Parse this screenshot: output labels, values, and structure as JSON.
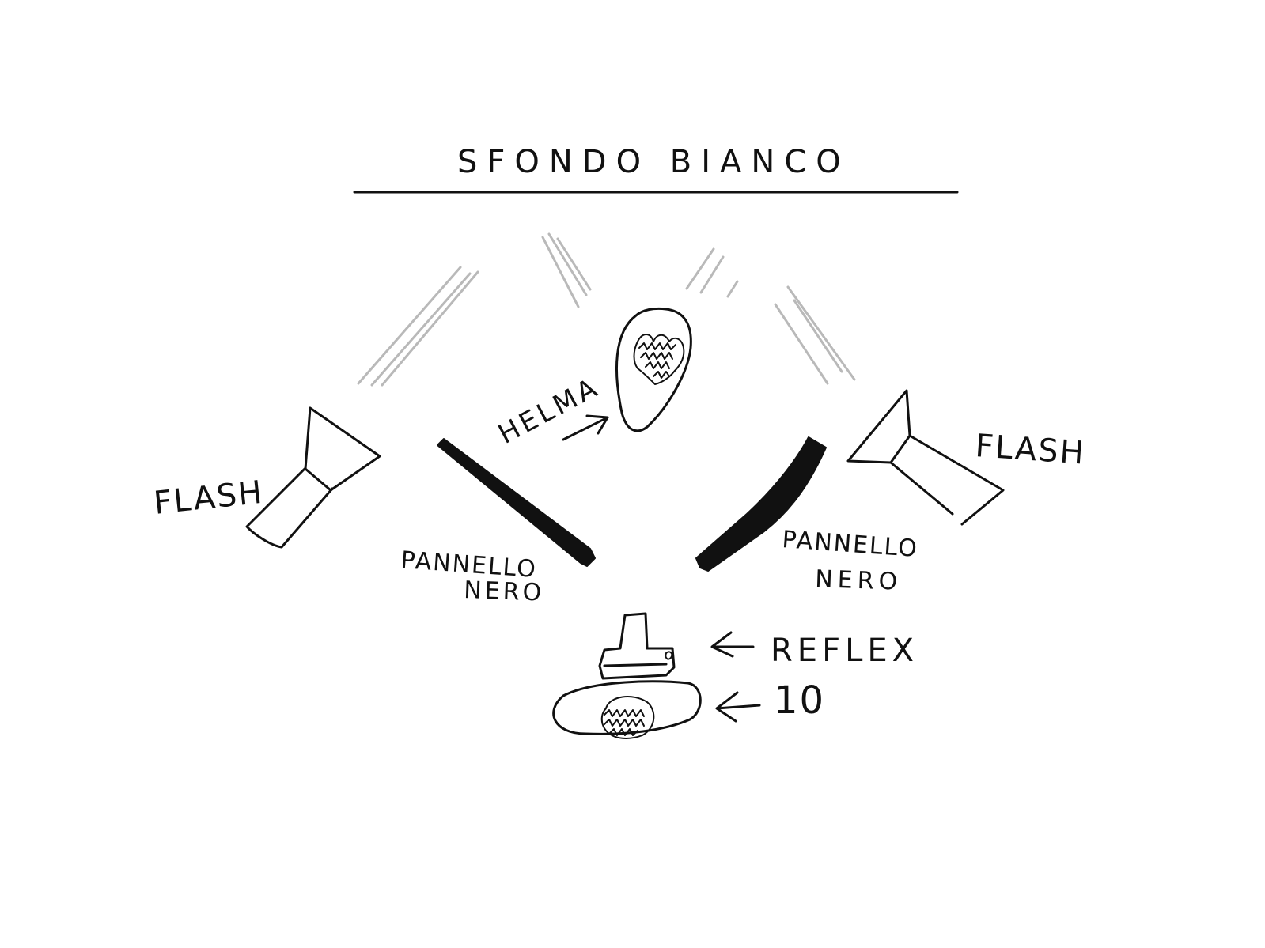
{
  "diagram": {
    "background_label": "SFONDO BIANCO",
    "subject_label": "HELMA",
    "left_flash_label": "FLASH",
    "right_flash_label": "FLASH",
    "left_panel_label_line1": "PANNELLO",
    "left_panel_label_line2": "NERO",
    "right_panel_label_line1": "PANNELLO",
    "right_panel_label_line2": "NERO",
    "camera_label": "REFLEX",
    "person_label": "10"
  },
  "colors": {
    "ink": "#111111",
    "light_rays": "#b9b9b9",
    "background": "#ffffff"
  },
  "icons": {
    "camera": "reflex-camera-icon",
    "flash": "flash-softbox-icon",
    "panel": "black-panel",
    "subject": "subject-head-icon",
    "photographer": "photographer-head-icon"
  }
}
